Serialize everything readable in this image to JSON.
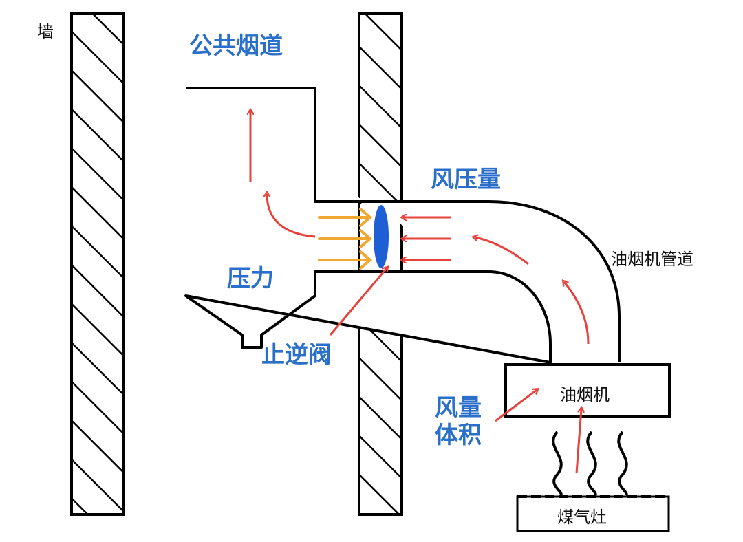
{
  "labels": {
    "wall": "墙",
    "public_flue": "公共烟道",
    "wind_pressure": "风压量",
    "range_hood_duct": "油烟机管道",
    "pressure": "压力",
    "check_valve": "止逆阀",
    "air_volume_line1": "风量",
    "air_volume_line2": "体积",
    "range_hood": "油烟机",
    "gas_stove": "煤气灶"
  },
  "colors": {
    "outline": "#000000",
    "red_arrow": "#e8403a",
    "orange_arrow": "#f0a830",
    "valve": "#1f5fd6",
    "blue_text": "#2a6fc9"
  }
}
